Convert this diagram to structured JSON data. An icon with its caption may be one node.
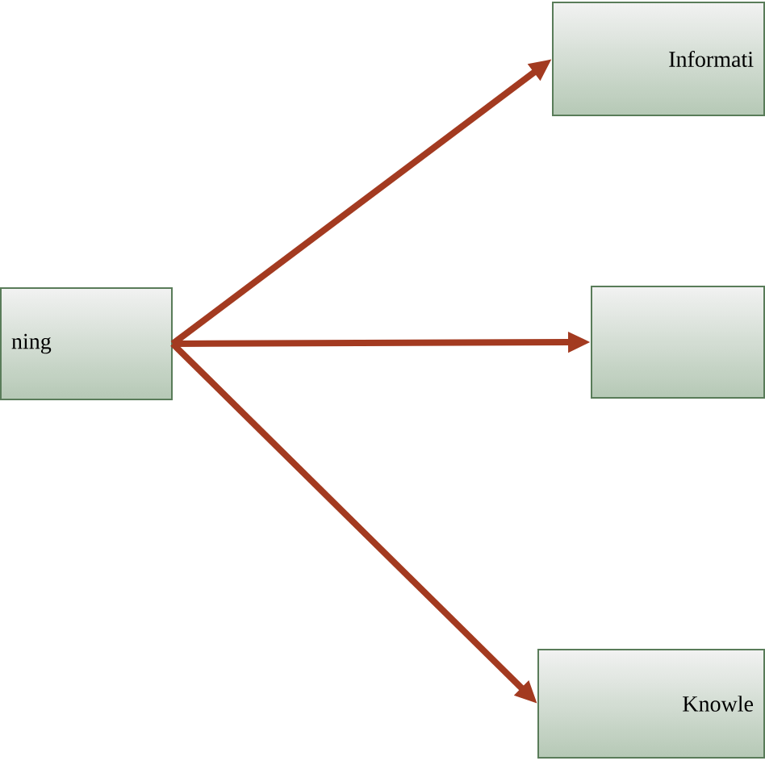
{
  "diagram": {
    "nodes": [
      {
        "text": [
          "ning"
        ]
      },
      {
        "text": [
          "Informati"
        ]
      },
      {
        "text": [],
        "shape": "box"
      },
      {
        "text": [
          "Knowle"
        ]
      }
    ],
    "edges": [
      {
        "from": 0,
        "to": 1,
        "arrow": "to"
      },
      {
        "from": 0,
        "to": 2,
        "arrow": "to"
      },
      {
        "from": 0,
        "to": 3,
        "arrow": "to"
      }
    ]
  }
}
